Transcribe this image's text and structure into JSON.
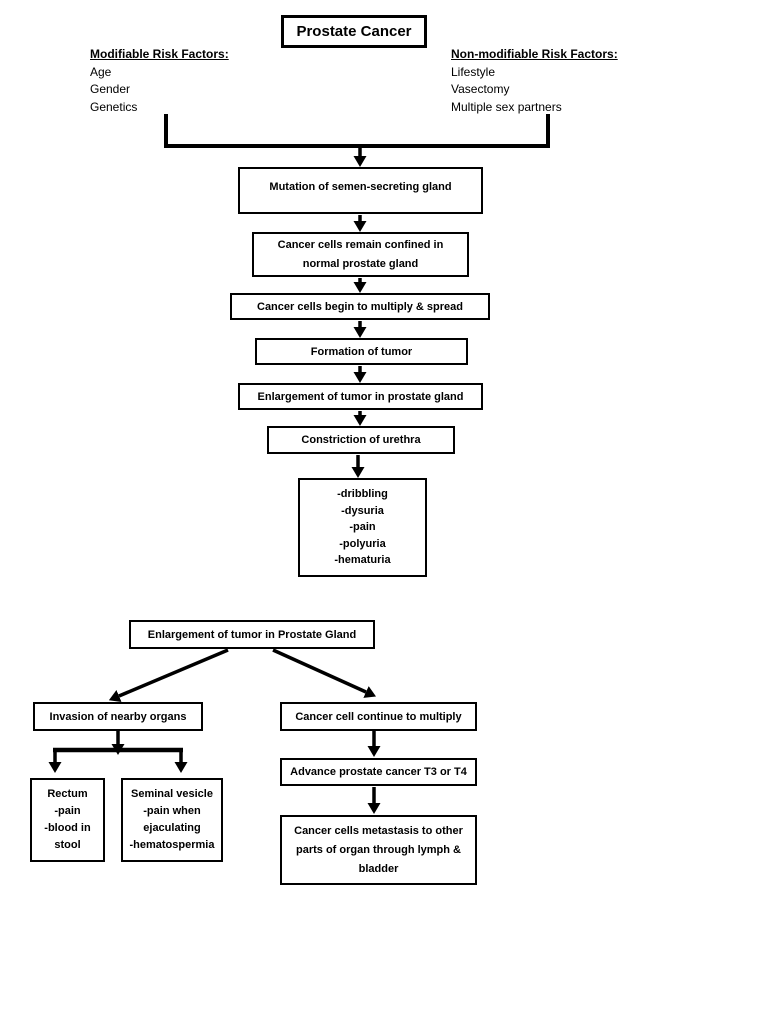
{
  "title": "Prostate Cancer",
  "risk_factors": {
    "left": {
      "heading": "Modifiable Risk Factors:",
      "items": [
        "Age",
        "Gender",
        "Genetics"
      ]
    },
    "right": {
      "heading": "Non-modifiable Risk Factors:",
      "items": [
        "Lifestyle",
        "Vasectomy",
        "Multiple sex partners"
      ]
    }
  },
  "flow1": {
    "mutation": "Mutation of semen-secreting gland",
    "confined_lines": [
      "Cancer cells remain confined in",
      "normal prostate gland"
    ],
    "multiply": "Cancer cells begin to multiply & spread",
    "formation": "Formation of tumor",
    "enlargement": "Enlargement of tumor in prostate gland",
    "constriction": "Constriction of urethra",
    "symptoms": [
      "-dribbling",
      "-dysuria",
      "-pain",
      "-polyuria",
      "-hematuria"
    ]
  },
  "flow2": {
    "enlargement": "Enlargement of tumor in Prostate Gland",
    "invasion": "Invasion of nearby organs",
    "continue_multiply": "Cancer cell continue to multiply",
    "rectum_lines": [
      "Rectum",
      "-pain",
      "-blood in",
      "stool"
    ],
    "seminal_lines": [
      "Seminal vesicle",
      "-pain when",
      "ejaculating",
      "-hematospermia"
    ],
    "advance": "Advance prostate cancer T3 or T4",
    "metastasis_lines": [
      "Cancer cells metastasis to other",
      "parts of organ through lymph &",
      "bladder"
    ]
  },
  "colors": {
    "line": "#000000",
    "border": "#000000",
    "background": "#ffffff",
    "text": "#000000"
  }
}
